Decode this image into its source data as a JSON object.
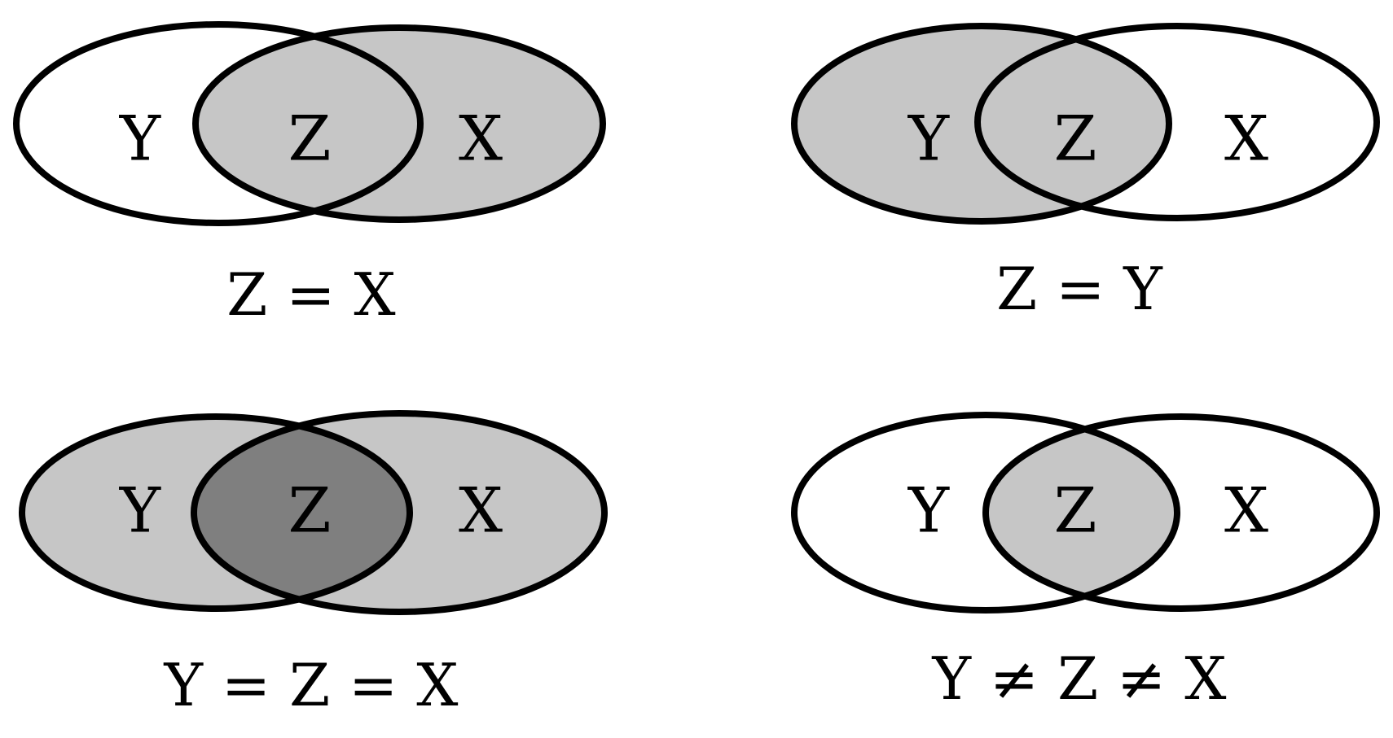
{
  "colors": {
    "light": "#c6c6c6",
    "dark": "#7f7f7f",
    "white": "#ffffff",
    "stroke": "#000000"
  },
  "panels": [
    {
      "id": "z-eq-x",
      "left_label": "Y",
      "middle_label": "Z",
      "right_label": "X",
      "equation": "Z = X",
      "left_fill": "white",
      "right_fill": "light",
      "lens_fill": "light"
    },
    {
      "id": "z-eq-y",
      "left_label": "Y",
      "middle_label": "Z",
      "right_label": "X",
      "equation": "Z = Y",
      "left_fill": "light",
      "right_fill": "white",
      "lens_fill": "light"
    },
    {
      "id": "y-eq-z-eq-x",
      "left_label": "Y",
      "middle_label": "Z",
      "right_label": "X",
      "equation": "Y = Z = X",
      "left_fill": "light",
      "right_fill": "light",
      "lens_fill": "dark"
    },
    {
      "id": "y-ne-z-ne-x",
      "left_label": "Y",
      "middle_label": "Z",
      "right_label": "X",
      "equation": "Y ≠ Z ≠ X",
      "left_fill": "white",
      "right_fill": "white",
      "lens_fill": "light"
    }
  ]
}
